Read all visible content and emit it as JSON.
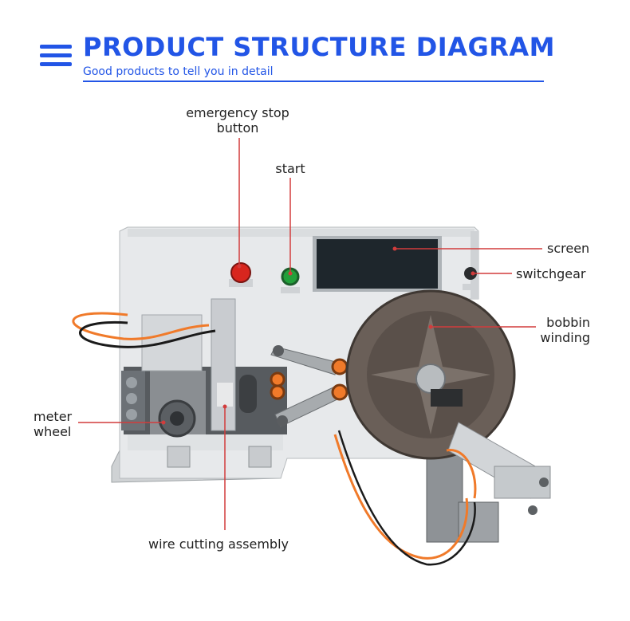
{
  "header": {
    "title": "PRODUCT STRUCTURE DIAGRAM",
    "subtitle": "Good products to tell you in detail",
    "accent_color": "#2255e6",
    "menu_icon": "menu-icon"
  },
  "labels": {
    "emergency_stop_line1": "emergency stop",
    "emergency_stop_line2": "button",
    "start": "start",
    "screen": "screen",
    "switchgear": "switchgear",
    "bobbin_line1": "bobbin",
    "bobbin_line2": "winding",
    "meter_line1": "meter",
    "meter_line2": "wheel",
    "wire_cutting": "wire cutting assembly"
  },
  "colors": {
    "leader_line": "#d23c3c",
    "machine_body": "#e6e8ea",
    "stop_button": "#d8261e",
    "start_button": "#22a03a",
    "cable_orange": "#f07a2a",
    "wheel": "#6a5f58",
    "screen": "#1e262c"
  }
}
